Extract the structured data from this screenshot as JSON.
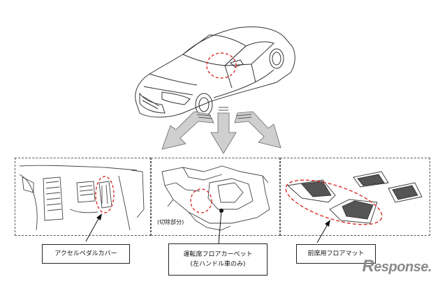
{
  "labels": {
    "accelerator_pedal_cover": "アクセルペダルカバー",
    "driver_floor_carpet_line1": "運転席フロアカーペット",
    "driver_floor_carpet_line2": "(左ハンドル車のみ)",
    "front_floor_mat": "前席用フロアマット",
    "cutaway_note": "(切除部分)"
  },
  "watermark": {
    "logo_text": "esponse.",
    "logo_initial": "R"
  },
  "colors": {
    "highlight_red": "#d9302a",
    "line_gray": "#555555",
    "arrow_fill": "#cfcfcf",
    "watermark_gray": "#8a8a8a"
  }
}
